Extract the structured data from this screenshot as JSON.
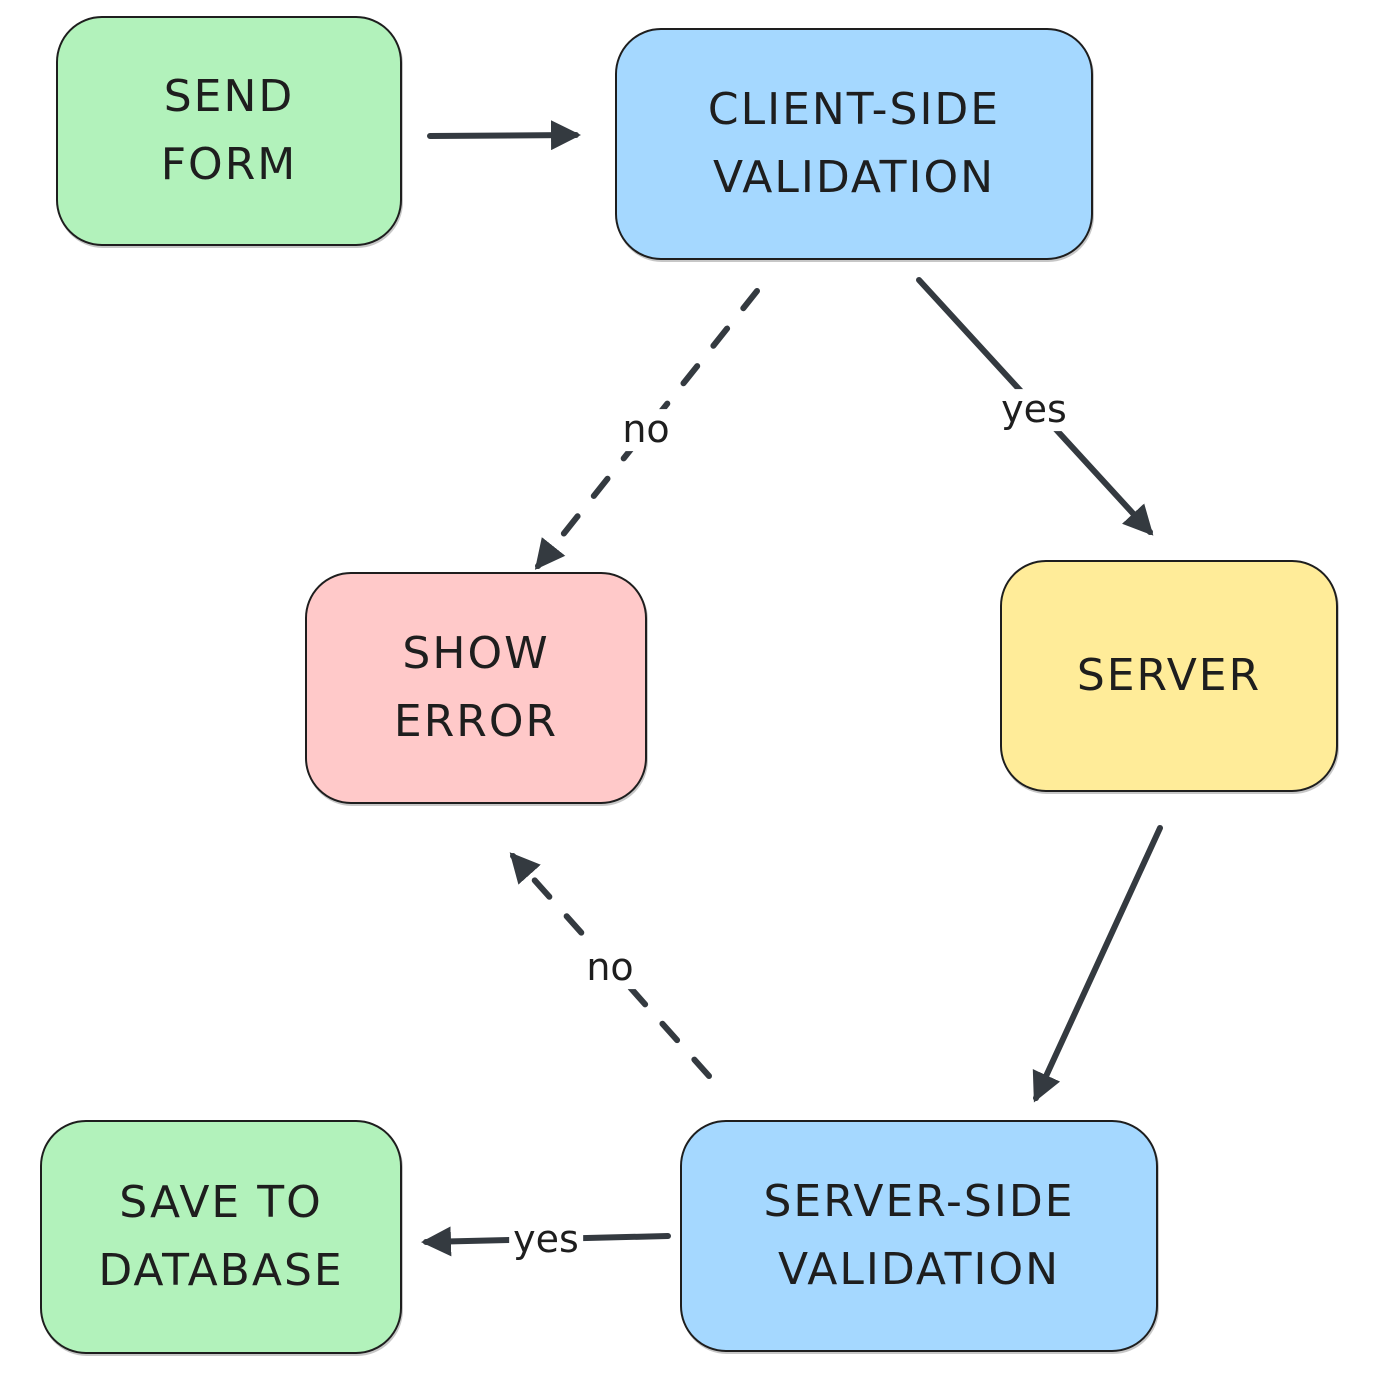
{
  "colors": {
    "stroke": "#1e1e1e",
    "green": "#b2f2bb",
    "blue": "#a5d8ff",
    "red": "#ffc9c9",
    "yellow": "#ffec99"
  },
  "nodes": {
    "send_form": {
      "lines": [
        "SEND",
        "FORM"
      ],
      "color": "#b2f2bb"
    },
    "client_side_validation": {
      "lines": [
        "CLIENT-SIDE",
        "VALIDATION"
      ],
      "color": "#a5d8ff"
    },
    "show_error": {
      "lines": [
        "SHOW",
        "ERROR"
      ],
      "color": "#ffc9c9"
    },
    "server": {
      "lines": [
        "SERVER"
      ],
      "color": "#ffec99"
    },
    "save_to_database": {
      "lines": [
        "SAVE TO",
        "DATABASE"
      ],
      "color": "#b2f2bb"
    },
    "server_side_validation": {
      "lines": [
        "SERVER-SIDE",
        "VALIDATION"
      ],
      "color": "#a5d8ff"
    }
  },
  "edges": [
    {
      "from": "send_form",
      "to": "client_side_validation",
      "label": "",
      "style": "solid"
    },
    {
      "from": "client_side_validation",
      "to": "show_error",
      "label": "no",
      "style": "dashed"
    },
    {
      "from": "client_side_validation",
      "to": "server",
      "label": "yes",
      "style": "solid"
    },
    {
      "from": "server",
      "to": "server_side_validation",
      "label": "",
      "style": "solid"
    },
    {
      "from": "server_side_validation",
      "to": "show_error",
      "label": "no",
      "style": "dashed"
    },
    {
      "from": "server_side_validation",
      "to": "save_to_database",
      "label": "yes",
      "style": "solid"
    }
  ]
}
